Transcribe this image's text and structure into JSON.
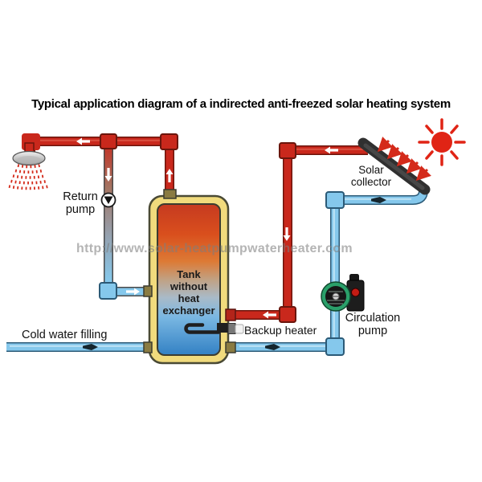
{
  "title": "Typical application diagram of a indirected anti-freezed solar heating system",
  "watermark": "http://www.solar-heatpumpwaterheater.com",
  "labels": {
    "return_pump": "Return\npump",
    "solar_collector": "Solar\ncollector",
    "circulation_pump": "Circulation\npump",
    "backup_heater": "Backup heater",
    "cold_water_filling": "Cold water filling",
    "tank": "Tank\nwithout\nheat\nexchanger"
  },
  "colors": {
    "hot_pipe": "#c9281c",
    "cold_pipe": "#85c8ec",
    "tank_border": "#f1db7d",
    "sun": "#e02415",
    "collector": "#303030",
    "pump_green": "#2aa06a",
    "fitting": "#8a7b42"
  },
  "icons": {
    "shower": "shower-head-icon",
    "sun": "sun-icon",
    "collector": "solar-collector-icon",
    "return_pump": "return-pump-icon",
    "circulation_pump": "circulation-pump-icon",
    "backup_heater": "backup-heater-icon",
    "flow_arrows": "flow-arrow-icon"
  }
}
